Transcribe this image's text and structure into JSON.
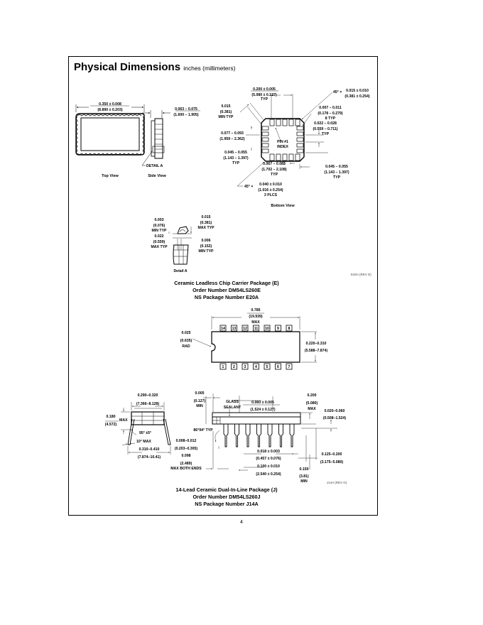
{
  "header": {
    "title": "Physical Dimensions",
    "subtitle": "inches (millimeters)"
  },
  "lcc": {
    "top_view": {
      "label": "Top View",
      "width_in": "0.350 ± 0.008",
      "width_mm": "(8.890 ± 0.203)"
    },
    "side_view": {
      "label": "Side View",
      "thick_in": "0.063 – 0.075",
      "thick_mm": "(1.600 – 1.905)",
      "detail_ref": "DETAIL A"
    },
    "bottom_view": {
      "label": "Bottom View",
      "pitch_in": "0.200 ± 0.005",
      "pitch_mm": "(5.080 ± 0.127)",
      "pitch_note": "TYP",
      "chamfer_prefix": "45° ×",
      "chamfer_in": "0.015 ± 0.010",
      "chamfer_mm": "(0.381 ± 0.254)",
      "min_in": "0.015",
      "min_mm": "(0.381)",
      "min_note": "MIN TYP",
      "pad_w_in": "0.007 – 0.011",
      "pad_w_mm": "(0.178 – 0.279)",
      "pad_w_note": "8 TYP",
      "pad_l_in": "0.022 – 0.028",
      "pad_l_mm": "(0.559 – 0.711)",
      "pad_l_note": "TYP",
      "edge_in": "0.077 – 0.093",
      "edge_mm": "(1.959 – 2.362)",
      "pin1_line1": "PIN #1",
      "pin1_line2": "INDEX",
      "pad_p_in": "0.045 – 0.055",
      "pad_p_mm": "(1.143 – 1.397)",
      "pad_p_note": "TYP",
      "span_in": "0.067 – 0.083",
      "span_mm": "(1.702 – 2.108)",
      "span_note": "TYP",
      "rpad_in": "0.045 – 0.055",
      "rpad_mm": "(1.143 – 1.397)",
      "rpad_note": "TYP",
      "corner_prefix": "45° ×",
      "corner_in": "0.040 ± 0.010",
      "corner_mm": "(1.016 ± 0.254)",
      "corner_note": "3 PLCS"
    },
    "detail_a": {
      "label": "Detail A",
      "a_in": "0.003",
      "a_mm": "(0.076)",
      "a_note": "MIN TYP",
      "b_in": "0.015",
      "b_mm": "(0.381)",
      "b_note": "MAX TYP",
      "c_in": "0.022",
      "c_mm": "(0.559)",
      "c_note": "MAX TYP",
      "d_in": "0.006",
      "d_mm": "(0.152)",
      "d_note": "MIN TYP"
    },
    "ref_code": "E20A (REV D)",
    "caption": [
      "Ceramic Leadless Chip Carrier Package (E)",
      "Order Number DM54LS260E",
      "NS Package Number E20A"
    ]
  },
  "dip": {
    "top": {
      "length_in": "0.785",
      "length_mm": "(19.939)",
      "length_note": "MAX",
      "notch_in": "0.025",
      "notch_mm": "(0.635)",
      "notch_note": "RAD",
      "width_in": "0.220–0.310",
      "width_mm": "(5.588–7.874)",
      "pins_top": [
        "14",
        "13",
        "12",
        "11",
        "10",
        "9",
        "8"
      ],
      "pins_bottom": [
        "1",
        "2",
        "3",
        "4",
        "5",
        "6",
        "7"
      ]
    },
    "end_view": {
      "body_in": "0.290–0.320",
      "body_mm": "(7.366–8.128)",
      "height_in": "0.180",
      "height_mm": "(4.572)",
      "height_note": "MAX",
      "angle": "95° ±5°",
      "flare": "10° MAX",
      "span_in": "0.310–0.410",
      "span_mm": "(7.874–10.41)"
    },
    "side_view": {
      "standoff_in": "0.005",
      "standoff_mm": "(0.127)",
      "standoff_note": "MIN",
      "glass_line1": "GLASS",
      "glass_line2": "SEALANT",
      "shoulder_in": "0.060 ± 0.005",
      "shoulder_mm": "(1.524 ± 0.127)",
      "max_h_in": "0.200",
      "max_h_mm": "(5.080)",
      "max_h_note": "MAX",
      "seat_in": "0.020–0.060",
      "seat_mm": "(0.508–1.524)",
      "lead_angle": "86°94° TYP",
      "lead_th_in": "0.008–0.012",
      "lead_th_mm": "(0.203–0.305)",
      "end_in": "0.098",
      "end_mm": "(2.489)",
      "end_note": "MAX BOTH ENDS",
      "lead_w_in": "0.018 ± 0.003",
      "lead_w_mm": "(0.457 ± 0.076)",
      "pitch_in": "0.100 ± 0.010",
      "pitch_mm": "(2.540 ± 0.254)",
      "lead_len_in": "0.125–0.200",
      "lead_len_mm": "(3.175–5.080)",
      "min_len_in": "0.150",
      "min_len_mm": "(3.81)",
      "min_len_note": "MIN"
    },
    "ref_code": "J14A (REV G)",
    "caption": [
      "14-Lead Ceramic Dual-In-Line Package (J)",
      "Order Number DM54LS260J",
      "NS Package Number J14A"
    ]
  },
  "footer": {
    "page_number": "4"
  }
}
